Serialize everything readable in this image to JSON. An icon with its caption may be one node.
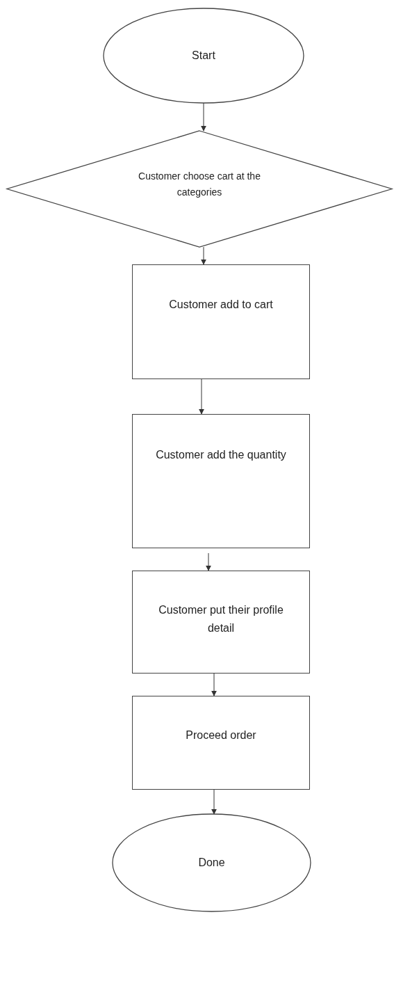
{
  "diagram": {
    "nodes": [
      {
        "text": [
          "Start"
        ]
      },
      {
        "text": [
          "Customer choose cart at the  categories"
        ]
      },
      {
        "text": [
          "Customer add to cart"
        ]
      },
      {
        "text": [
          "Customer add the quantity"
        ]
      },
      {
        "text": [
          "Customer put their profile detail"
        ]
      },
      {
        "text": [
          "Proceed order"
        ]
      },
      {
        "text": [
          "Done"
        ]
      }
    ],
    "edges": [
      {
        "from": 0,
        "to": 1,
        "arrow": "to"
      },
      {
        "from": 1,
        "to": 2,
        "arrow": "to"
      },
      {
        "from": 2,
        "to": 3,
        "arrow": "to"
      },
      {
        "from": 3,
        "to": 4,
        "arrow": "to"
      },
      {
        "from": 4,
        "to": 5,
        "arrow": "to"
      },
      {
        "from": 5,
        "to": 6,
        "arrow": "to"
      }
    ]
  }
}
